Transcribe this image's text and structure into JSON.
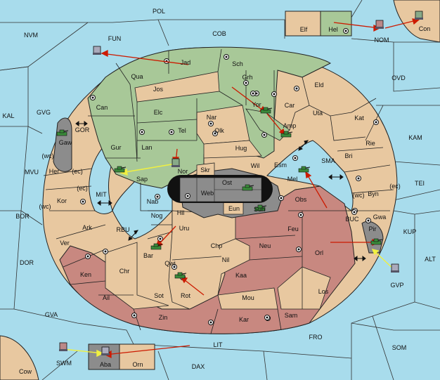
{
  "colors": {
    "sea": "#a8dcec",
    "tan": "#e8c8a0",
    "green": "#a8c898",
    "rose": "#c88880",
    "grey": "#8c8c8c",
    "border": "#222222",
    "move_arrow": "#cc1a00",
    "support_arrow": "#f0f040"
  },
  "sea_labels": [
    "POL",
    "NVM",
    "FUN",
    "COB",
    "NOM",
    "OVD",
    "KAL",
    "GVG",
    "GOR",
    "KAM",
    "MVU",
    "(wc)",
    "(ec)",
    "SMA",
    "TEI",
    "MIT",
    "BOR",
    "RBU",
    "BUC",
    "KUP",
    "DOR",
    "ALT",
    "GVP",
    "GVA",
    "FRO",
    "SOM",
    "LIT",
    "SWM",
    "DAX"
  ],
  "land_labels": [
    "Elf",
    "Hel",
    "Con",
    "Jad",
    "Sch",
    "Qua",
    "Grh",
    "Jos",
    "Eld",
    "Can",
    "Yor",
    "Car",
    "Nar",
    "Uta",
    "Elc",
    "Tel",
    "Olk",
    "Amp",
    "Kat",
    "Gaw",
    "Gur",
    "Lan",
    "Hug",
    "Rie",
    "Her",
    "Nor",
    "Skr",
    "Wil",
    "Esm",
    "Bri",
    "Sap",
    "Ost",
    "Web",
    "Mel",
    "Byn",
    "Kor",
    "Nab",
    "Eun",
    "Sun",
    "Obs",
    "Gwa",
    "Hil",
    "Nog",
    "Uru",
    "Feu",
    "Pir",
    "Ark",
    "Ver",
    "Chp",
    "Neu",
    "Orl",
    "Bar",
    "Qwi",
    "Nil",
    "Ken",
    "Chr",
    "Kaa",
    "Los",
    "Ail",
    "Sot",
    "Rot",
    "Mou",
    "Zin",
    "Kar",
    "Sam",
    "Cow",
    "Aba",
    "Orn"
  ],
  "notes": {
    "ec": "(ec)",
    "wc": "(wc)"
  }
}
